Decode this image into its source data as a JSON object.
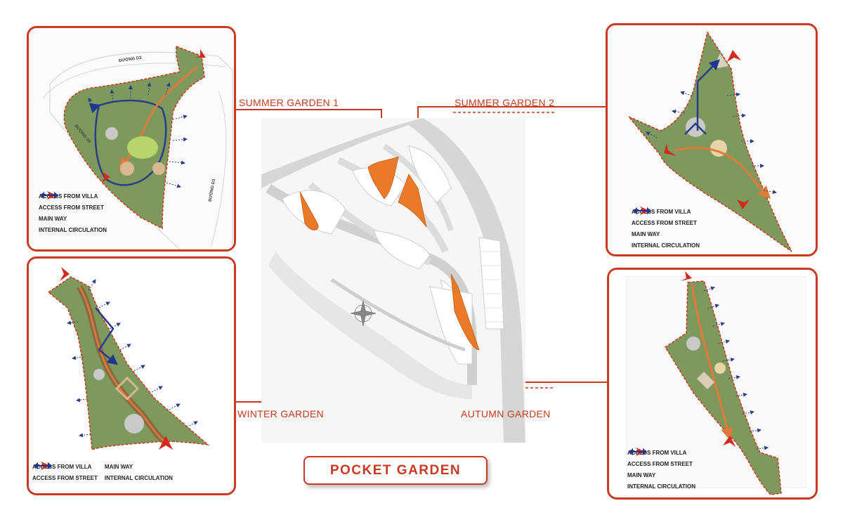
{
  "title": "POCKET GARDEN",
  "colors": {
    "accent": "#c83a22",
    "garden": "#7d9a5c",
    "plot": "#e87a28",
    "villa_access": "#2b3c8c",
    "main_way": "#e07a3a"
  },
  "gardens": {
    "summer1": {
      "label": "SUMMER GARDEN 1"
    },
    "summer2": {
      "label": "SUMMER GARDEN 2"
    },
    "winter": {
      "label": "WINTER GARDEN"
    },
    "autumn": {
      "label": "AUTUMN GARDEN"
    }
  },
  "legend": {
    "access_villa": "ACCESS FROM VILLA",
    "access_street": "ACCESS FROM STREET",
    "main_way": "MAIN WAY",
    "internal_circulation": "INTERNAL CIRCULATION"
  },
  "streets": {
    "d2": "ĐƯỜNG D2",
    "d3": "ĐƯỜNG D3",
    "side": "ĐƯỜNG S5"
  }
}
